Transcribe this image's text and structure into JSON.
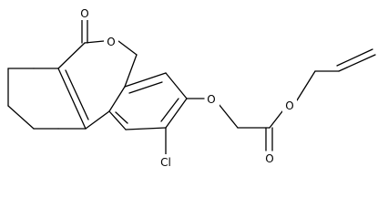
{
  "molecule": {
    "atoms": {
      "carbonyl_oxygen": "O",
      "ring_oxygen": "O",
      "ether_oxygen": "O",
      "ester_oxygen": "O",
      "ester_carbonyl_oxygen": "O",
      "chlorine": "Cl"
    }
  },
  "colors": {
    "bond": "#000000",
    "label": "#000000",
    "background": "#ffffff"
  }
}
